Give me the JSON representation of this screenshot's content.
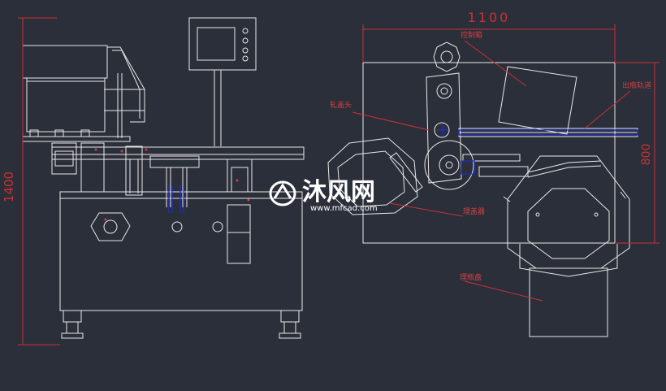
{
  "colors": {
    "background": "#2b2f3a",
    "line": "#e8e8e8",
    "dim": "#c83232",
    "accent_blue": "#1f2fc8",
    "text_red": "#d04040",
    "watermark": "#ffffff"
  },
  "dimensions": {
    "width_top": "1100",
    "height_left": "1400",
    "height_right": "800"
  },
  "labels": {
    "control_box": "控制箱",
    "rear_bottle_track": "出瓶轨道",
    "capping_head": "轧盖头",
    "cap_feeder": "理盖器",
    "bottle_sorter": "理瓶盘"
  },
  "watermark": {
    "main": "沐风网",
    "sub": "www.mfcad.com"
  }
}
